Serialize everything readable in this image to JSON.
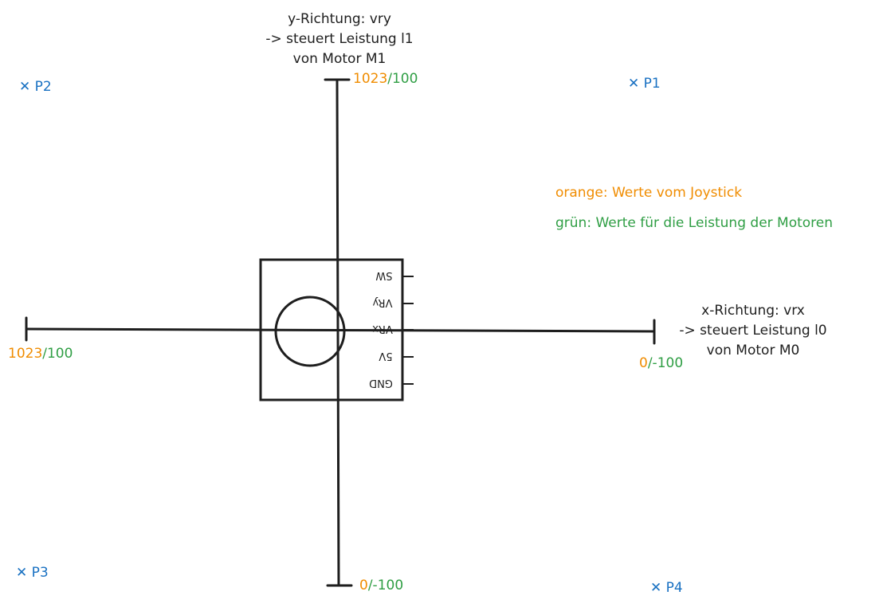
{
  "y_axis": {
    "label": [
      "y-Richtung: vry",
      "-> steuert Leistung l1",
      "von Motor M1"
    ],
    "top": {
      "joystick": "1023",
      "motor": "/100"
    },
    "bottom": {
      "joystick": "0",
      "motor": "/-100"
    }
  },
  "x_axis": {
    "label": [
      "x-Richtung: vrx",
      "-> steuert Leistung l0",
      "von Motor M0"
    ],
    "left": {
      "joystick": "1023",
      "motor": "/100"
    },
    "right": {
      "joystick": "0",
      "motor": "/-100"
    }
  },
  "legend": {
    "orange": "orange: Werte vom Joystick",
    "green": "grün: Werte für die Leistung der Motoren"
  },
  "joystick": {
    "pins": [
      "SW",
      "VRy",
      "VRx",
      "5V",
      "GND"
    ]
  },
  "points": [
    {
      "marker": "✕",
      "label": "P1"
    },
    {
      "marker": "✕",
      "label": "P2"
    },
    {
      "marker": "✕",
      "label": "P3"
    },
    {
      "marker": "✕",
      "label": "P4"
    }
  ],
  "colors": {
    "stroke": "#1e1e1e",
    "orange": "#f08c00",
    "green": "#2f9e44",
    "blue": "#1971c2"
  }
}
